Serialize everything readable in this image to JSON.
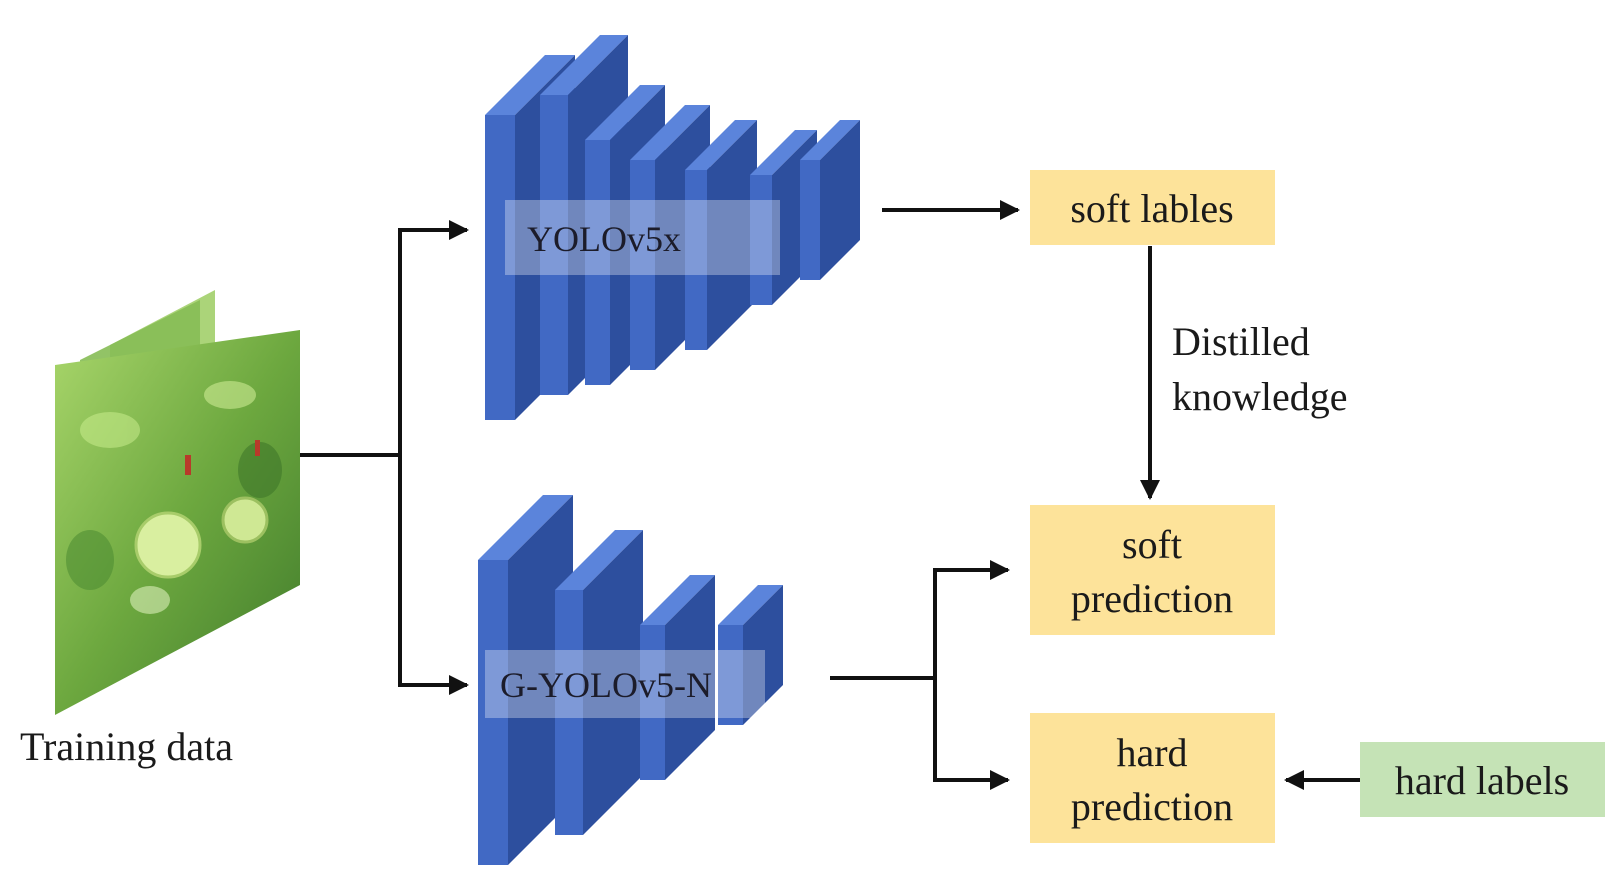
{
  "teacher": {
    "label": "YOLOv5x"
  },
  "student": {
    "label": "G-YOLOv5-N"
  },
  "input": {
    "label": "Training data"
  },
  "boxes": {
    "soft_labels": "soft lables",
    "soft_prediction_line1": "soft",
    "soft_prediction_line2": "prediction",
    "hard_prediction_line1": "hard",
    "hard_prediction_line2": "prediction",
    "hard_labels": "hard labels"
  },
  "edge_label": {
    "line1": "Distilled",
    "line2": "knowledge"
  },
  "colors": {
    "layer_front": "#4169c4",
    "layer_side": "#2d4f9e",
    "layer_top": "#5b84db",
    "orange_box": "#fde39a",
    "green_box": "#c5e3b6",
    "arrow": "#111111"
  }
}
